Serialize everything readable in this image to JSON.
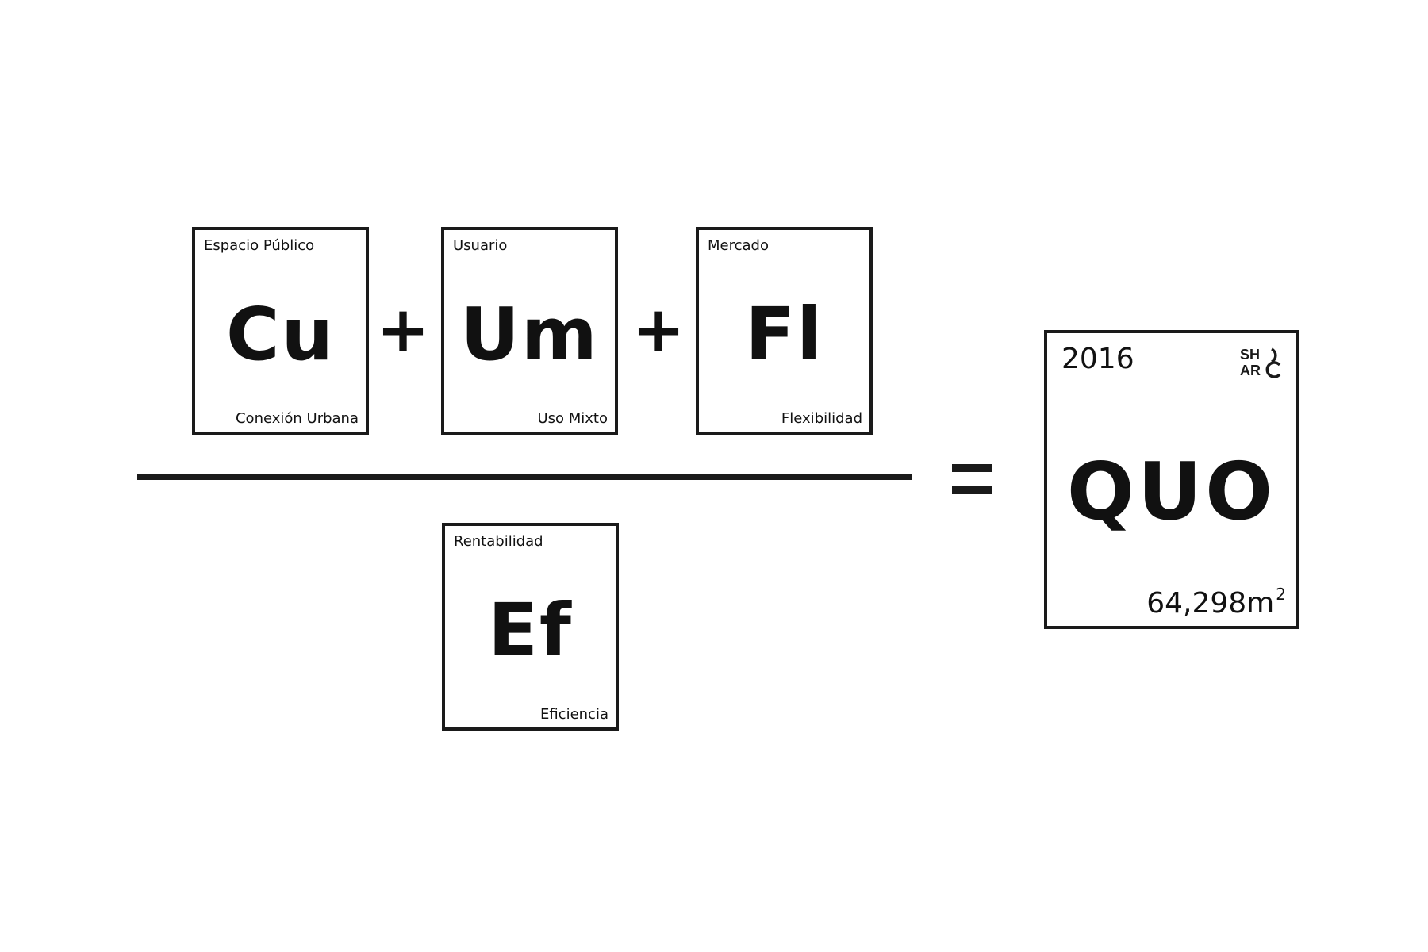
{
  "numerator": [
    {
      "top": "Espacio Público",
      "symbol": "Cu",
      "bottom": "Conexión Urbana"
    },
    {
      "top": "Usuario",
      "symbol": "Um",
      "bottom": "Uso Mixto"
    },
    {
      "top": "Mercado",
      "symbol": "Fl",
      "bottom": "Flexibilidad"
    }
  ],
  "operators": {
    "plus": "+"
  },
  "denominator": {
    "top": "Rentabilidad",
    "symbol": "Ef",
    "bottom": "Eficiencia"
  },
  "result": {
    "year": "2016",
    "symbol": "QUO",
    "area_value": "64,298m",
    "area_exponent": "2",
    "logo_text": "SHARQ"
  },
  "colors": {
    "ink": "#1a1a1a",
    "background": "#ffffff"
  }
}
